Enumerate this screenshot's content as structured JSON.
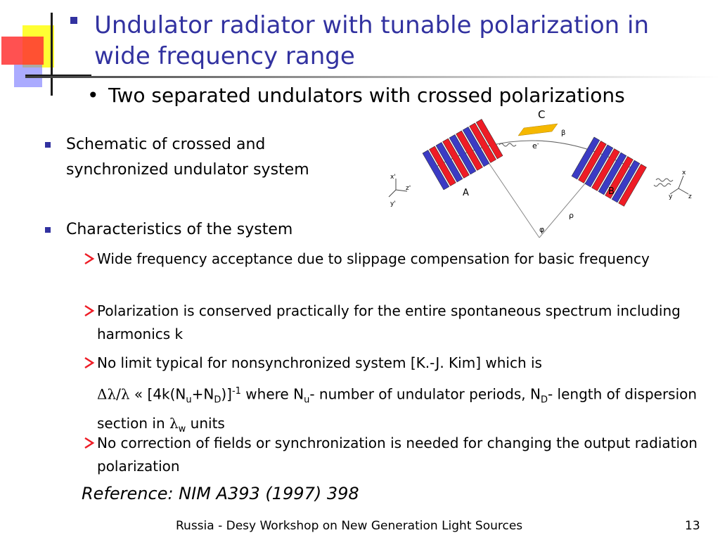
{
  "title": "Undulator radiator with tunable polarization in wide frequency range",
  "subtitle": "Two separated undulators with crossed polarizations",
  "bullets": {
    "schematic": "Schematic of crossed and synchronized undulator system",
    "characteristics": "Characteristics of the system"
  },
  "sub_items": [
    "Wide frequency acceptance due to slippage compensation for basic frequency",
    "Polarization is conserved practically for the entire spontaneous spectrum including harmonics k",
    "No limit typical for nonsynchronized system [K.-J. Kim] which is",
    "No correction of fields or synchronization is needed for changing the output radiation polarization"
  ],
  "formula": {
    "dl": "Δλ",
    "slash": "/",
    "l": "λ",
    "ll": " « [4k(N",
    "u1": "u",
    "plus": "+N",
    "d1": "D",
    "close": ")]",
    "exp": "-1",
    "mid": " where N",
    "u2": "u",
    "mid2": "- number of undulator periods, N",
    "d2": "D",
    "mid3": "- length of dispersion section in ",
    "lw": "λ",
    "w": "w",
    "end": " units"
  },
  "reference": "Reference: NIM A393 (1997) 398",
  "footer": "Russia - Desy Workshop on New Generation Light Sources",
  "page_number": "13",
  "diagram_labels": {
    "c": "C",
    "beta": "β",
    "electron": "e",
    "electron_sup": "-",
    "a": "A",
    "b": "B",
    "rho": "ρ",
    "phi": "φ",
    "x_left": "x'",
    "z_left": "z'",
    "y_left": "y'",
    "x_right": "x",
    "y_right": "y",
    "z_right": "z"
  },
  "colors": {
    "title": "#3232a0",
    "magnet_red": "#ee1c25",
    "magnet_blue": "#3b3bc4",
    "chicane": "#f5b800",
    "deco_red": "#ff3333",
    "deco_yellow": "#ffff33"
  }
}
